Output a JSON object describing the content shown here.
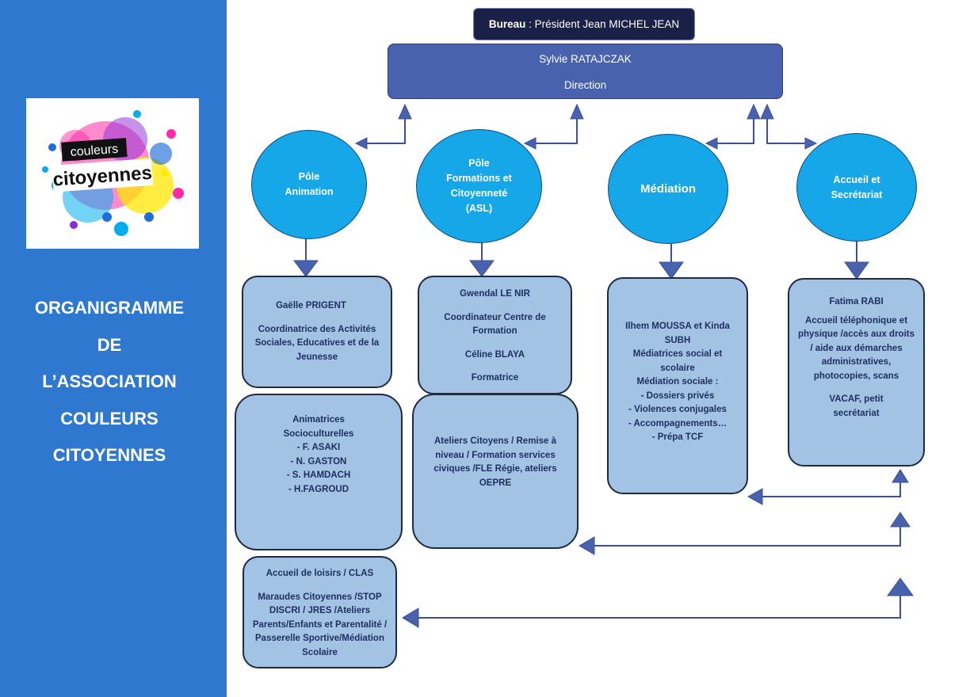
{
  "sidebar": {
    "title_lines": [
      "ORGANIGRAMME",
      "DE",
      "L’ASSOCIATION",
      "COULEURS",
      "CITOYENNES"
    ],
    "logo": {
      "line1": "couleurs",
      "line2": "citoyennes"
    }
  },
  "bureau": {
    "label": "Bureau",
    "rest": " : Président Jean MICHEL JEAN"
  },
  "direction": {
    "name": "Sylvie RATAJCZAK",
    "role": "Direction"
  },
  "poles": [
    {
      "label": "Pôle\nAnimation"
    },
    {
      "label": "Pôle\nFormations et\nCitoyenneté\n(ASL)"
    },
    {
      "label": "Médiation"
    },
    {
      "label": "Accueil et\nSecrétariat"
    }
  ],
  "boxes": {
    "animation_lead": {
      "name": "Gaëlle PRIGENT",
      "role": "Coordinatrice des Activités Sociales, Educatives et  de la Jeunesse"
    },
    "animation_team": {
      "title": "Animatrices Socioculturelles",
      "members": "- F. ASAKI\n- N. GASTON\n- S. HAMDACH\n- H.FAGROUD"
    },
    "animation_activities": {
      "line1": "Accueil de loisirs / CLAS",
      "line2": "Maraudes Citoyennes /STOP DISCRI / JRES /Ateliers Parents/Enfants et Parentalité / Passerelle Sportive/Médiation Scolaire"
    },
    "formation_lead": {
      "name": "Gwendal LE NIR",
      "role": "Coordinateur Centre de Formation",
      "name2": "Céline BLAYA",
      "role2": "Formatrice"
    },
    "formation_activities": {
      "text": "Ateliers Citoyens / Remise à niveau / Formation services civiques /FLE Régie, ateliers OEPRE"
    },
    "mediation": {
      "text": "Ilhem MOUSSA et Kinda SUBH\nMédiatrices  social et scolaire\nMédiation sociale :\n- Dossiers privés\n- Violences conjugales\n- Accompagnements…\n- Prépa TCF"
    },
    "accueil": {
      "name": "Fatima RABI",
      "role": "Accueil téléphonique et physique /accès aux droits / aide aux démarches administratives, photocopies, scans",
      "extra": "VACAF, petit secrétariat"
    }
  },
  "colors": {
    "sidebar": "#2f78d0",
    "circle": "#15a7e8",
    "box": "#a3c3e4",
    "direction": "#4862ad",
    "bureau": "#1b2046",
    "connector": "#3d4f9c"
  }
}
